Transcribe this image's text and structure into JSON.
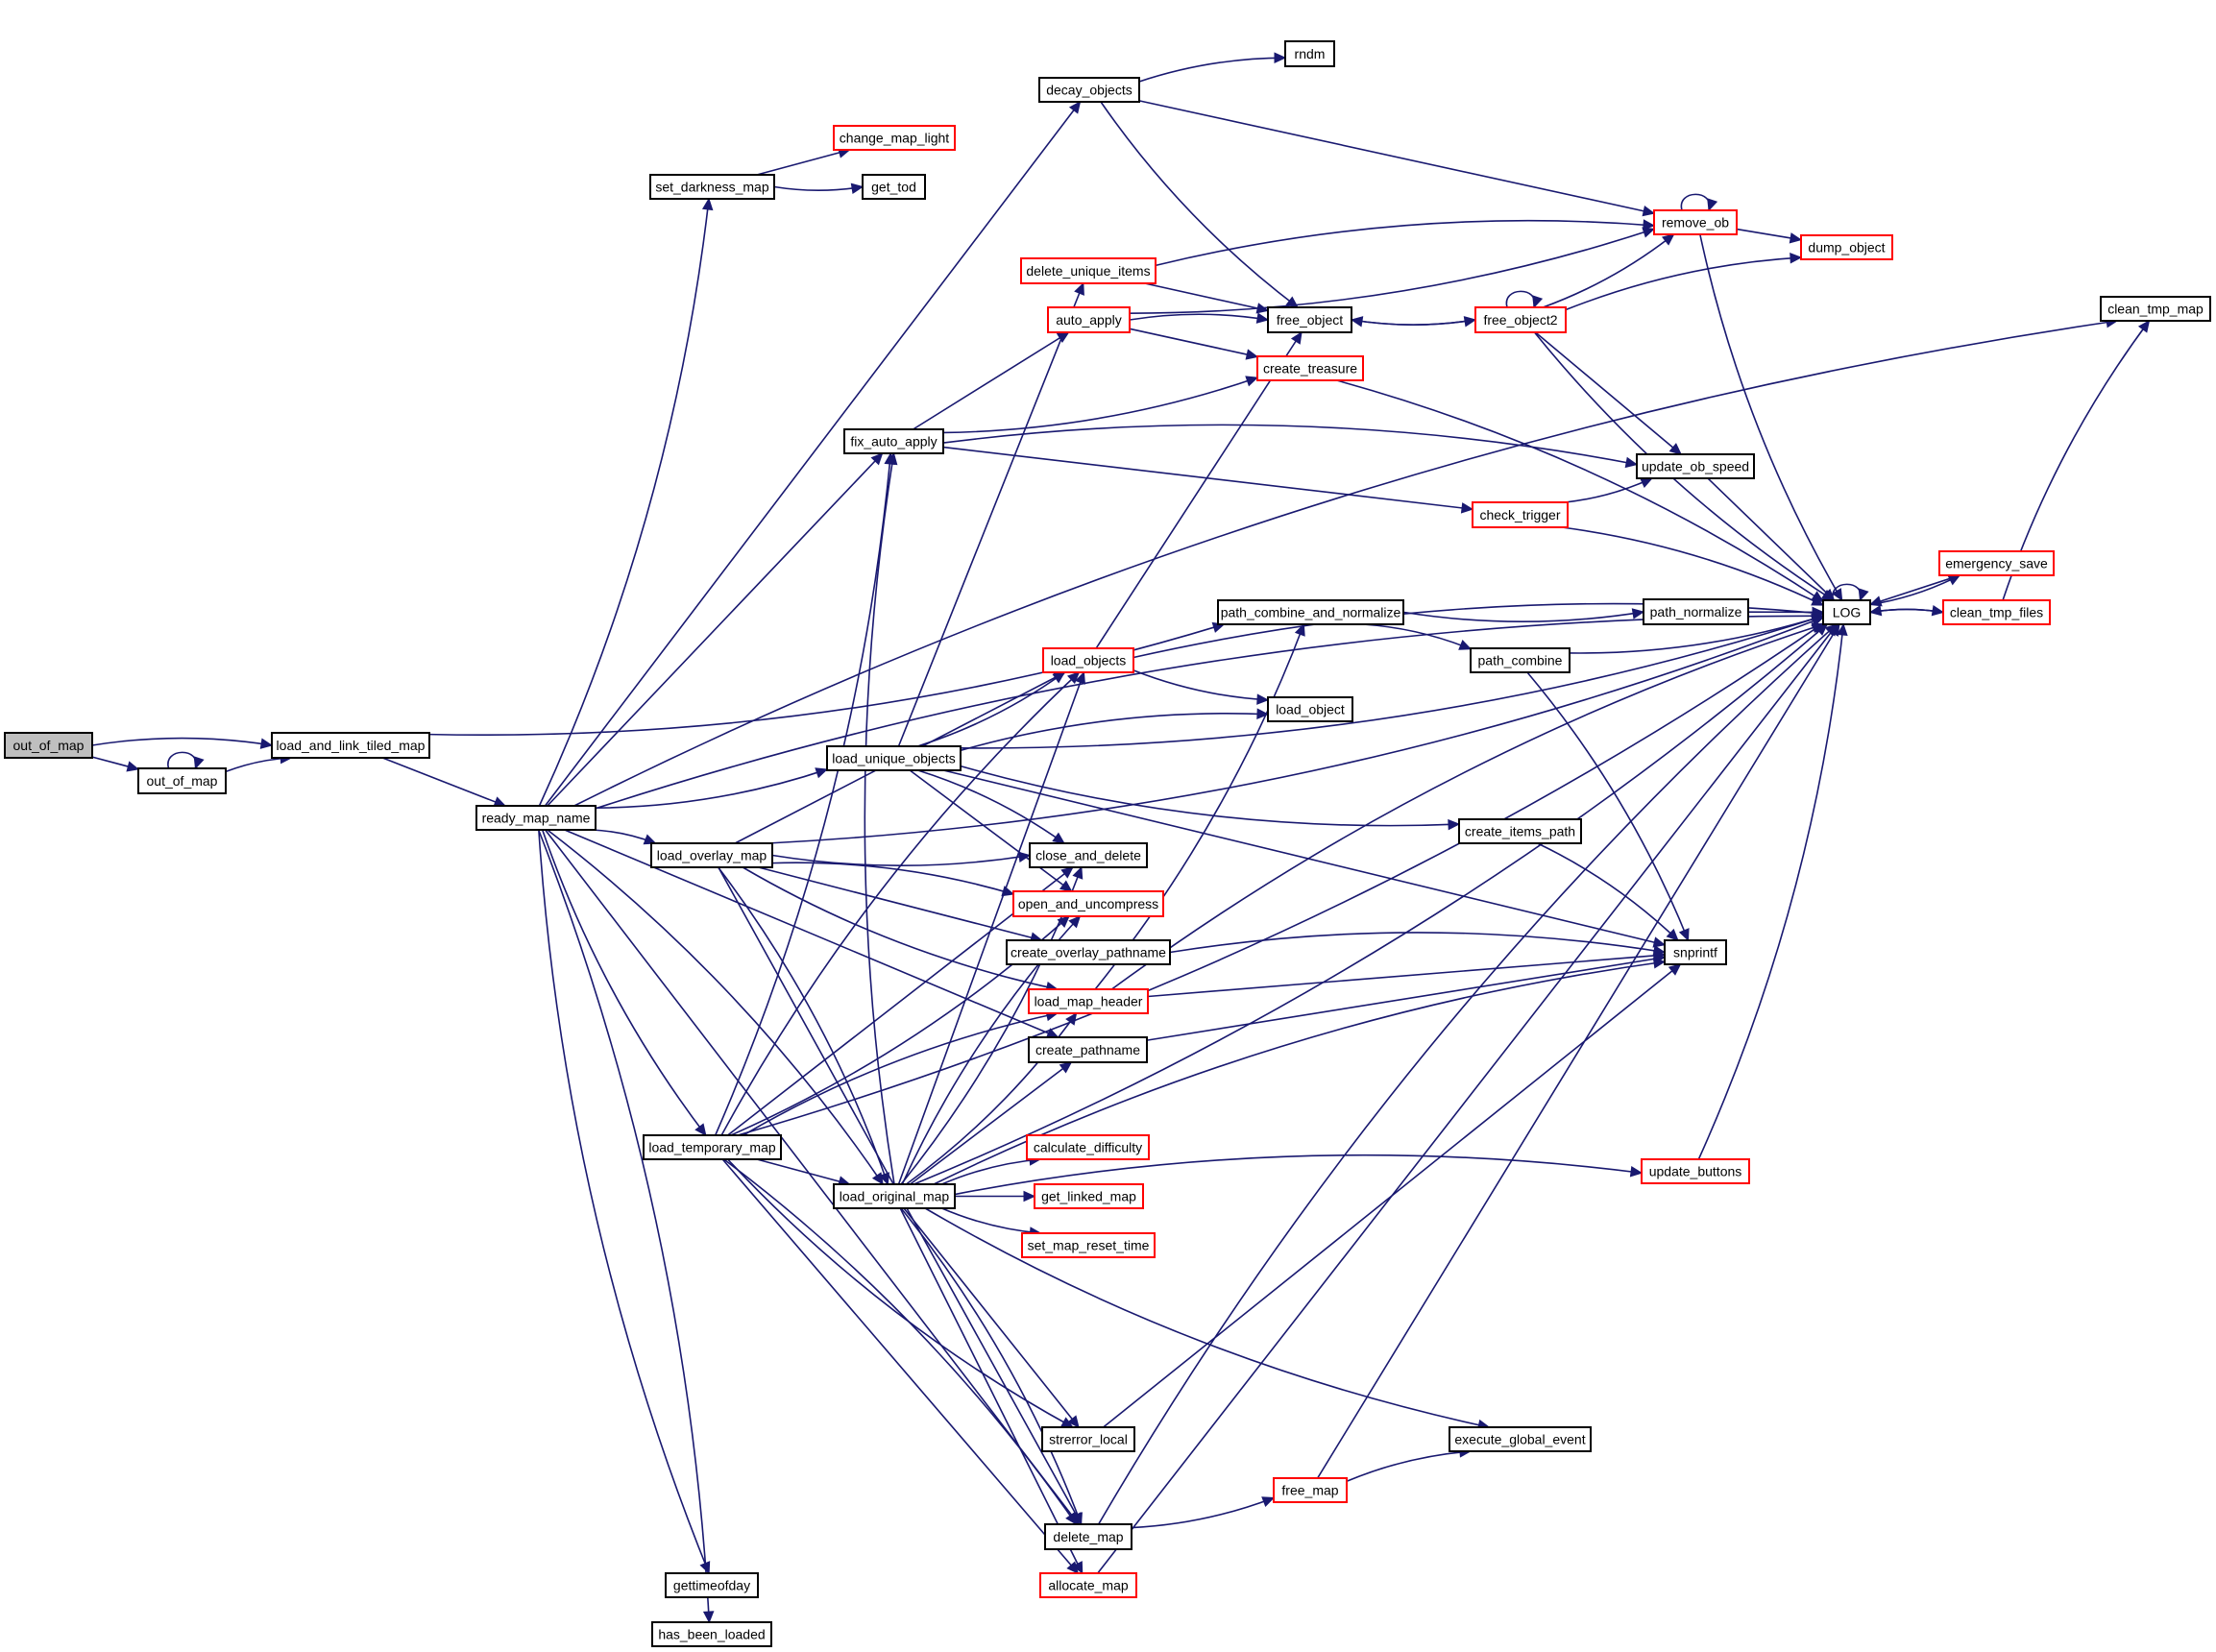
{
  "title": "out_of_map call graph",
  "colors": {
    "edge": "#191970",
    "node_border_default": "#000000",
    "node_border_truncated": "#ff0000",
    "node_fill_root": "#bfbfbf",
    "node_fill_default": "#ffffff"
  },
  "nodes": [
    {
      "id": "out_of_map_root",
      "label": "out_of_map",
      "style": "root"
    },
    {
      "id": "out_of_map",
      "label": "out_of_map",
      "style": "default"
    },
    {
      "id": "load_and_link_tiled_map",
      "label": "load_and_link_tiled_map",
      "style": "default"
    },
    {
      "id": "ready_map_name",
      "label": "ready_map_name",
      "style": "default"
    },
    {
      "id": "set_darkness_map",
      "label": "set_darkness_map",
      "style": "default"
    },
    {
      "id": "change_map_light",
      "label": "change_map_light",
      "style": "truncated"
    },
    {
      "id": "get_tod",
      "label": "get_tod",
      "style": "default"
    },
    {
      "id": "decay_objects",
      "label": "decay_objects",
      "style": "default"
    },
    {
      "id": "rndm",
      "label": "rndm",
      "style": "default"
    },
    {
      "id": "delete_unique_items",
      "label": "delete_unique_items",
      "style": "truncated"
    },
    {
      "id": "auto_apply",
      "label": "auto_apply",
      "style": "truncated"
    },
    {
      "id": "free_object",
      "label": "free_object",
      "style": "default"
    },
    {
      "id": "free_object2",
      "label": "free_object2",
      "style": "truncated"
    },
    {
      "id": "remove_ob",
      "label": "remove_ob",
      "style": "truncated"
    },
    {
      "id": "dump_object",
      "label": "dump_object",
      "style": "truncated"
    },
    {
      "id": "create_treasure",
      "label": "create_treasure",
      "style": "truncated"
    },
    {
      "id": "fix_auto_apply",
      "label": "fix_auto_apply",
      "style": "default"
    },
    {
      "id": "update_ob_speed",
      "label": "update_ob_speed",
      "style": "default"
    },
    {
      "id": "check_trigger",
      "label": "check_trigger",
      "style": "truncated"
    },
    {
      "id": "clean_tmp_map",
      "label": "clean_tmp_map",
      "style": "default"
    },
    {
      "id": "emergency_save",
      "label": "emergency_save",
      "style": "truncated"
    },
    {
      "id": "clean_tmp_files",
      "label": "clean_tmp_files",
      "style": "truncated"
    },
    {
      "id": "LOG",
      "label": "LOG",
      "style": "default"
    },
    {
      "id": "path_combine_and_normalize",
      "label": "path_combine_and_normalize",
      "style": "default"
    },
    {
      "id": "path_normalize",
      "label": "path_normalize",
      "style": "default"
    },
    {
      "id": "path_combine",
      "label": "path_combine",
      "style": "default"
    },
    {
      "id": "load_objects",
      "label": "load_objects",
      "style": "truncated"
    },
    {
      "id": "load_object",
      "label": "load_object",
      "style": "default"
    },
    {
      "id": "load_unique_objects",
      "label": "load_unique_objects",
      "style": "default"
    },
    {
      "id": "create_items_path",
      "label": "create_items_path",
      "style": "default"
    },
    {
      "id": "load_overlay_map",
      "label": "load_overlay_map",
      "style": "default"
    },
    {
      "id": "close_and_delete",
      "label": "close_and_delete",
      "style": "default"
    },
    {
      "id": "open_and_uncompress",
      "label": "open_and_uncompress",
      "style": "truncated"
    },
    {
      "id": "create_overlay_pathname",
      "label": "create_overlay_pathname",
      "style": "default"
    },
    {
      "id": "snprintf",
      "label": "snprintf",
      "style": "default"
    },
    {
      "id": "load_map_header",
      "label": "load_map_header",
      "style": "truncated"
    },
    {
      "id": "create_pathname",
      "label": "create_pathname",
      "style": "default"
    },
    {
      "id": "load_temporary_map",
      "label": "load_temporary_map",
      "style": "default"
    },
    {
      "id": "calculate_difficulty",
      "label": "calculate_difficulty",
      "style": "truncated"
    },
    {
      "id": "update_buttons",
      "label": "update_buttons",
      "style": "truncated"
    },
    {
      "id": "load_original_map",
      "label": "load_original_map",
      "style": "default"
    },
    {
      "id": "get_linked_map",
      "label": "get_linked_map",
      "style": "truncated"
    },
    {
      "id": "set_map_reset_time",
      "label": "set_map_reset_time",
      "style": "truncated"
    },
    {
      "id": "strerror_local",
      "label": "strerror_local",
      "style": "default"
    },
    {
      "id": "execute_global_event",
      "label": "execute_global_event",
      "style": "default"
    },
    {
      "id": "free_map",
      "label": "free_map",
      "style": "truncated"
    },
    {
      "id": "delete_map",
      "label": "delete_map",
      "style": "default"
    },
    {
      "id": "allocate_map",
      "label": "allocate_map",
      "style": "truncated"
    },
    {
      "id": "gettimeofday",
      "label": "gettimeofday",
      "style": "default"
    },
    {
      "id": "has_been_loaded",
      "label": "has_been_loaded",
      "style": "default"
    }
  ],
  "edges": [
    [
      "out_of_map_root",
      "load_and_link_tiled_map"
    ],
    [
      "out_of_map_root",
      "out_of_map"
    ],
    [
      "out_of_map",
      "out_of_map"
    ],
    [
      "out_of_map",
      "load_and_link_tiled_map"
    ],
    [
      "load_and_link_tiled_map",
      "ready_map_name"
    ],
    [
      "load_and_link_tiled_map",
      "path_combine_and_normalize"
    ],
    [
      "ready_map_name",
      "clean_tmp_map"
    ],
    [
      "ready_map_name",
      "decay_objects"
    ],
    [
      "ready_map_name",
      "set_darkness_map"
    ],
    [
      "ready_map_name",
      "LOG"
    ],
    [
      "ready_map_name",
      "fix_auto_apply"
    ],
    [
      "ready_map_name",
      "load_unique_objects"
    ],
    [
      "ready_map_name",
      "load_overlay_map"
    ],
    [
      "ready_map_name",
      "create_pathname"
    ],
    [
      "ready_map_name",
      "load_temporary_map"
    ],
    [
      "ready_map_name",
      "load_original_map"
    ],
    [
      "ready_map_name",
      "delete_map"
    ],
    [
      "ready_map_name",
      "gettimeofday"
    ],
    [
      "ready_map_name",
      "has_been_loaded"
    ],
    [
      "set_darkness_map",
      "change_map_light"
    ],
    [
      "set_darkness_map",
      "get_tod"
    ],
    [
      "decay_objects",
      "rndm"
    ],
    [
      "decay_objects",
      "remove_ob"
    ],
    [
      "decay_objects",
      "free_object"
    ],
    [
      "remove_ob",
      "remove_ob"
    ],
    [
      "remove_ob",
      "dump_object"
    ],
    [
      "remove_ob",
      "LOG"
    ],
    [
      "delete_unique_items",
      "remove_ob"
    ],
    [
      "delete_unique_items",
      "free_object"
    ],
    [
      "auto_apply",
      "remove_ob"
    ],
    [
      "auto_apply",
      "free_object"
    ],
    [
      "auto_apply",
      "create_treasure"
    ],
    [
      "free_object",
      "free_object2"
    ],
    [
      "free_object2",
      "free_object"
    ],
    [
      "free_object2",
      "free_object2"
    ],
    [
      "free_object2",
      "remove_ob"
    ],
    [
      "free_object2",
      "dump_object"
    ],
    [
      "free_object2",
      "update_ob_speed"
    ],
    [
      "free_object2",
      "LOG"
    ],
    [
      "create_treasure",
      "LOG"
    ],
    [
      "fix_auto_apply",
      "auto_apply"
    ],
    [
      "fix_auto_apply",
      "create_treasure"
    ],
    [
      "fix_auto_apply",
      "update_ob_speed"
    ],
    [
      "fix_auto_apply",
      "check_trigger"
    ],
    [
      "check_trigger",
      "update_ob_speed"
    ],
    [
      "check_trigger",
      "LOG"
    ],
    [
      "update_ob_speed",
      "LOG"
    ],
    [
      "path_combine_and_normalize",
      "path_normalize"
    ],
    [
      "path_combine_and_normalize",
      "path_combine"
    ],
    [
      "path_normalize",
      "LOG"
    ],
    [
      "path_combine",
      "LOG"
    ],
    [
      "path_combine",
      "snprintf"
    ],
    [
      "LOG",
      "LOG"
    ],
    [
      "LOG",
      "emergency_save"
    ],
    [
      "LOG",
      "clean_tmp_files"
    ],
    [
      "emergency_save",
      "LOG"
    ],
    [
      "clean_tmp_files",
      "LOG"
    ],
    [
      "clean_tmp_files",
      "clean_tmp_map"
    ],
    [
      "load_objects",
      "free_object"
    ],
    [
      "load_objects",
      "load_object"
    ],
    [
      "load_objects",
      "LOG"
    ],
    [
      "load_unique_objects",
      "delete_unique_items"
    ],
    [
      "load_unique_objects",
      "load_objects"
    ],
    [
      "load_unique_objects",
      "load_object"
    ],
    [
      "load_unique_objects",
      "snprintf"
    ],
    [
      "load_unique_objects",
      "create_items_path"
    ],
    [
      "load_unique_objects",
      "close_and_delete"
    ],
    [
      "load_unique_objects",
      "open_and_uncompress"
    ],
    [
      "load_unique_objects",
      "LOG"
    ],
    [
      "create_items_path",
      "snprintf"
    ],
    [
      "load_overlay_map",
      "load_objects"
    ],
    [
      "load_overlay_map",
      "close_and_delete"
    ],
    [
      "load_overlay_map",
      "open_and_uncompress"
    ],
    [
      "load_overlay_map",
      "create_overlay_pathname"
    ],
    [
      "load_overlay_map",
      "load_map_header"
    ],
    [
      "load_overlay_map",
      "load_original_map"
    ],
    [
      "load_overlay_map",
      "delete_map"
    ],
    [
      "load_overlay_map",
      "LOG"
    ],
    [
      "create_overlay_pathname",
      "snprintf"
    ],
    [
      "load_map_header",
      "snprintf"
    ],
    [
      "load_map_header",
      "path_combine_and_normalize"
    ],
    [
      "load_map_header",
      "LOG"
    ],
    [
      "create_pathname",
      "snprintf"
    ],
    [
      "load_temporary_map",
      "fix_auto_apply"
    ],
    [
      "load_temporary_map",
      "load_objects"
    ],
    [
      "load_temporary_map",
      "close_and_delete"
    ],
    [
      "load_temporary_map",
      "open_and_uncompress"
    ],
    [
      "load_temporary_map",
      "load_map_header"
    ],
    [
      "load_temporary_map",
      "load_original_map"
    ],
    [
      "load_temporary_map",
      "strerror_local"
    ],
    [
      "load_temporary_map",
      "delete_map"
    ],
    [
      "load_temporary_map",
      "allocate_map"
    ],
    [
      "load_temporary_map",
      "LOG"
    ],
    [
      "load_original_map",
      "fix_auto_apply"
    ],
    [
      "load_original_map",
      "load_objects"
    ],
    [
      "load_original_map",
      "close_and_delete"
    ],
    [
      "load_original_map",
      "open_and_uncompress"
    ],
    [
      "load_original_map",
      "create_pathname"
    ],
    [
      "load_original_map",
      "load_map_header"
    ],
    [
      "load_original_map",
      "calculate_difficulty"
    ],
    [
      "load_original_map",
      "get_linked_map"
    ],
    [
      "load_original_map",
      "set_map_reset_time"
    ],
    [
      "load_original_map",
      "update_buttons"
    ],
    [
      "load_original_map",
      "strerror_local"
    ],
    [
      "load_original_map",
      "execute_global_event"
    ],
    [
      "load_original_map",
      "delete_map"
    ],
    [
      "load_original_map",
      "allocate_map"
    ],
    [
      "load_original_map",
      "LOG"
    ],
    [
      "load_original_map",
      "snprintf"
    ],
    [
      "strerror_local",
      "snprintf"
    ],
    [
      "update_buttons",
      "LOG"
    ],
    [
      "free_map",
      "execute_global_event"
    ],
    [
      "free_map",
      "LOG"
    ],
    [
      "delete_map",
      "free_map"
    ],
    [
      "delete_map",
      "LOG"
    ],
    [
      "allocate_map",
      "LOG"
    ]
  ]
}
